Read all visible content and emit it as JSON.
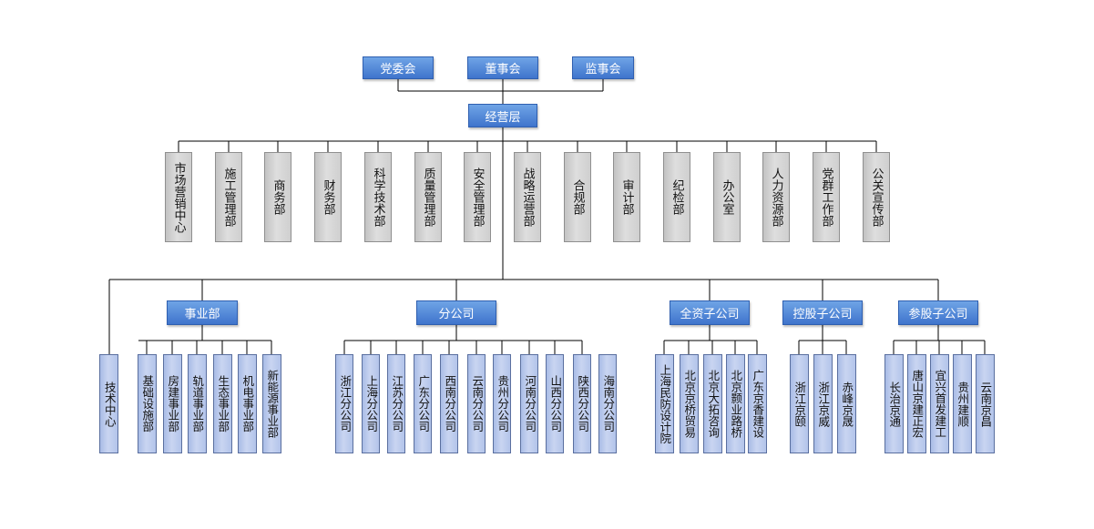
{
  "top_bodies": [
    {
      "id": "party",
      "label": "党委会"
    },
    {
      "id": "board",
      "label": "董事会"
    },
    {
      "id": "supervisory",
      "label": "监事会"
    }
  ],
  "management": {
    "label": "经营层"
  },
  "departments": [
    "市场营销中心",
    "施工管理部",
    "商务部",
    "财务部",
    "科学技术部",
    "质量管理部",
    "安全管理部",
    "战略运营部",
    "合规部",
    "审计部",
    "纪检部",
    "办公室",
    "人力资源部",
    "党群工作部",
    "公关宣传部"
  ],
  "tech_center": {
    "label": "技术中心"
  },
  "groups": [
    {
      "id": "division",
      "label": "事业部",
      "children": [
        "基础设施部",
        "房建事业部",
        "轨道事业部",
        "生态事业部",
        "机电事业部",
        "新能源事业部"
      ]
    },
    {
      "id": "branch",
      "label": "分公司",
      "children": [
        "浙江分公司",
        "上海分公司",
        "江苏分公司",
        "广东分公司",
        "西南分公司",
        "云南分公司",
        "贵州分公司",
        "河南分公司",
        "山西分公司",
        "陕西分公司",
        "海南分公司"
      ]
    },
    {
      "id": "wholly_owned",
      "label": "全资子公司",
      "children": [
        "上海民防设计院",
        "北京京桥贸易",
        "北京大拓咨询",
        "北京颢业路桥",
        "广东京香建设"
      ]
    },
    {
      "id": "holding",
      "label": "控股子公司",
      "children": [
        "浙江京颐",
        "浙江京威",
        "赤峰京晟"
      ]
    },
    {
      "id": "equity",
      "label": "参股子公司",
      "children": [
        "长治京通",
        "唐山京建正宏",
        "宜兴首发建工",
        "贵州建顺",
        "云南京昌"
      ]
    }
  ]
}
